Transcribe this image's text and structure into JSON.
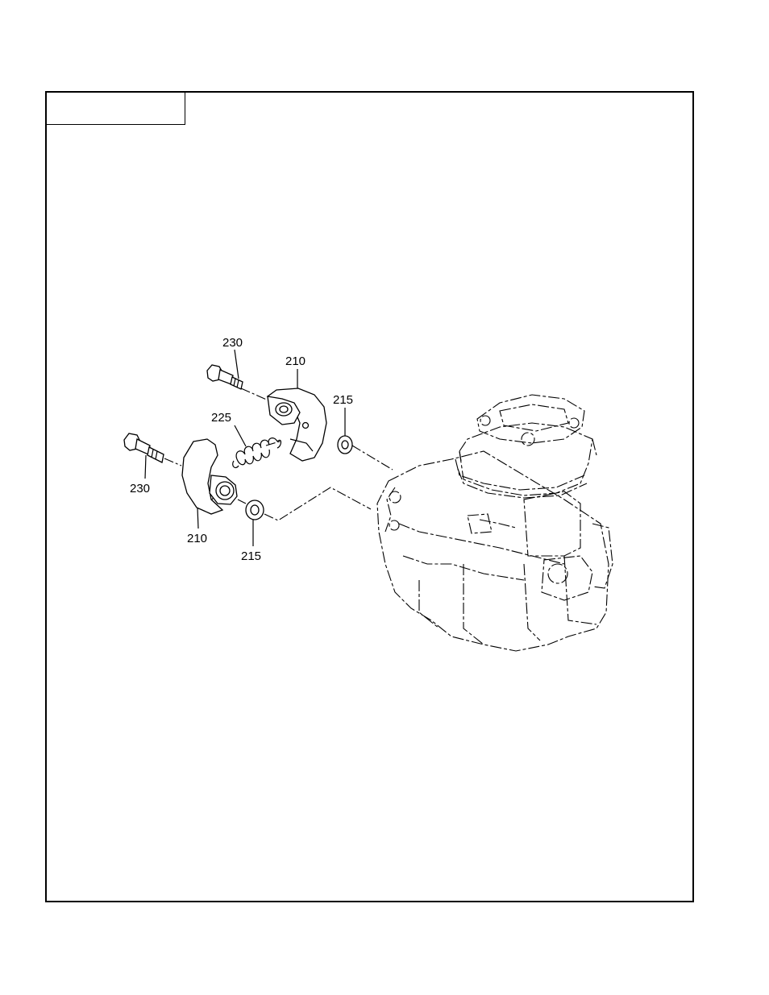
{
  "diagram": {
    "callouts": {
      "bolt_top": "230",
      "weight_top": "210",
      "washer_top": "215",
      "spring": "225",
      "bolt_left": "230",
      "weight_bottom": "210",
      "washer_bottom": "215"
    },
    "parts": [
      {
        "id": "230",
        "icon": "shoulder-bolt-icon"
      },
      {
        "id": "210",
        "icon": "flyweight-icon"
      },
      {
        "id": "215",
        "icon": "washer-icon"
      },
      {
        "id": "225",
        "icon": "spring-icon"
      }
    ]
  }
}
